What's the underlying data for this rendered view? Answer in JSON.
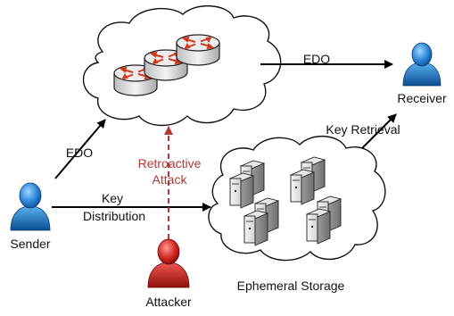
{
  "labels": {
    "edo_top": "EDO",
    "edo_left": "EDO",
    "receiver": "Receiver",
    "key_retrieval": "Key Retrieval",
    "retroactive_line1": "Retroactive",
    "retroactive_line2": "Attack",
    "key_dist_line1": "Key",
    "key_dist_line2": "Distribution",
    "sender": "Sender",
    "attacker": "Attacker",
    "ephemeral_storage": "Ephemeral Storage"
  },
  "colors": {
    "arrow": "#000000",
    "attack_arrow": "#b03a38",
    "attack_text": "#b03a38",
    "cloud_stroke": "#111111",
    "cloud_fill": "#ffffff",
    "router_arrow": "#d23a1c",
    "person_blue": "#1f7cc8",
    "person_red": "#c8231f"
  },
  "icons": {
    "routers": "router-icon",
    "servers": "server-icon",
    "people": "person-icon"
  }
}
